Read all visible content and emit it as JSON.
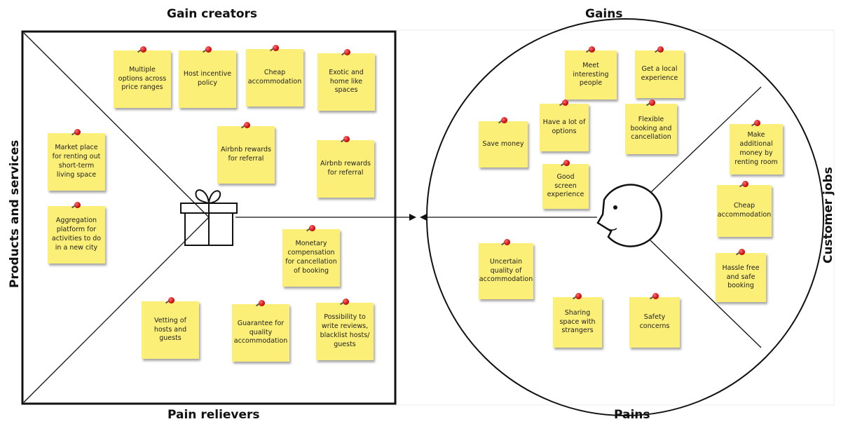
{
  "labels": {
    "gain_creators": "Gain creators",
    "pain_relievers": "Pain relievers",
    "products_services": "Products and services",
    "gains": "Gains",
    "pains": "Pains",
    "customer_jobs": "Customer jobs"
  },
  "icons": {
    "product": "gift-icon",
    "customer": "face-icon"
  },
  "colors": {
    "note": "#fbef77",
    "pin": "#d40000"
  },
  "notes": {
    "gain_creators": [
      "Multiple options across price ranges",
      "Host incentive policy",
      "Cheap accommodation",
      "Exotic and home like spaces",
      "Airbnb rewards for referral",
      "Airbnb rewards for referral"
    ],
    "products_services": [
      "Market place for renting out short-term living space",
      "Aggregation platform for activities to do in a new city"
    ],
    "pain_relievers": [
      "Monetary compensation for cancellation of booking",
      "Vetting of hosts and guests",
      "Guarantee for quality accommodation",
      "Possibility to write reviews, blacklist hosts/ guests"
    ],
    "gains": [
      "Meet interesting people",
      "Get a local experience",
      "Save money",
      "Have a lot of options",
      "Flexible booking and cancellation",
      "Good screen experience"
    ],
    "customer_jobs": [
      "Make additional money by renting room",
      "Cheap accommodation",
      "Hassle free and safe booking"
    ],
    "pains": [
      "Uncertain quality of accommodation",
      "Sharing space with strangers",
      "Safety concerns"
    ]
  }
}
